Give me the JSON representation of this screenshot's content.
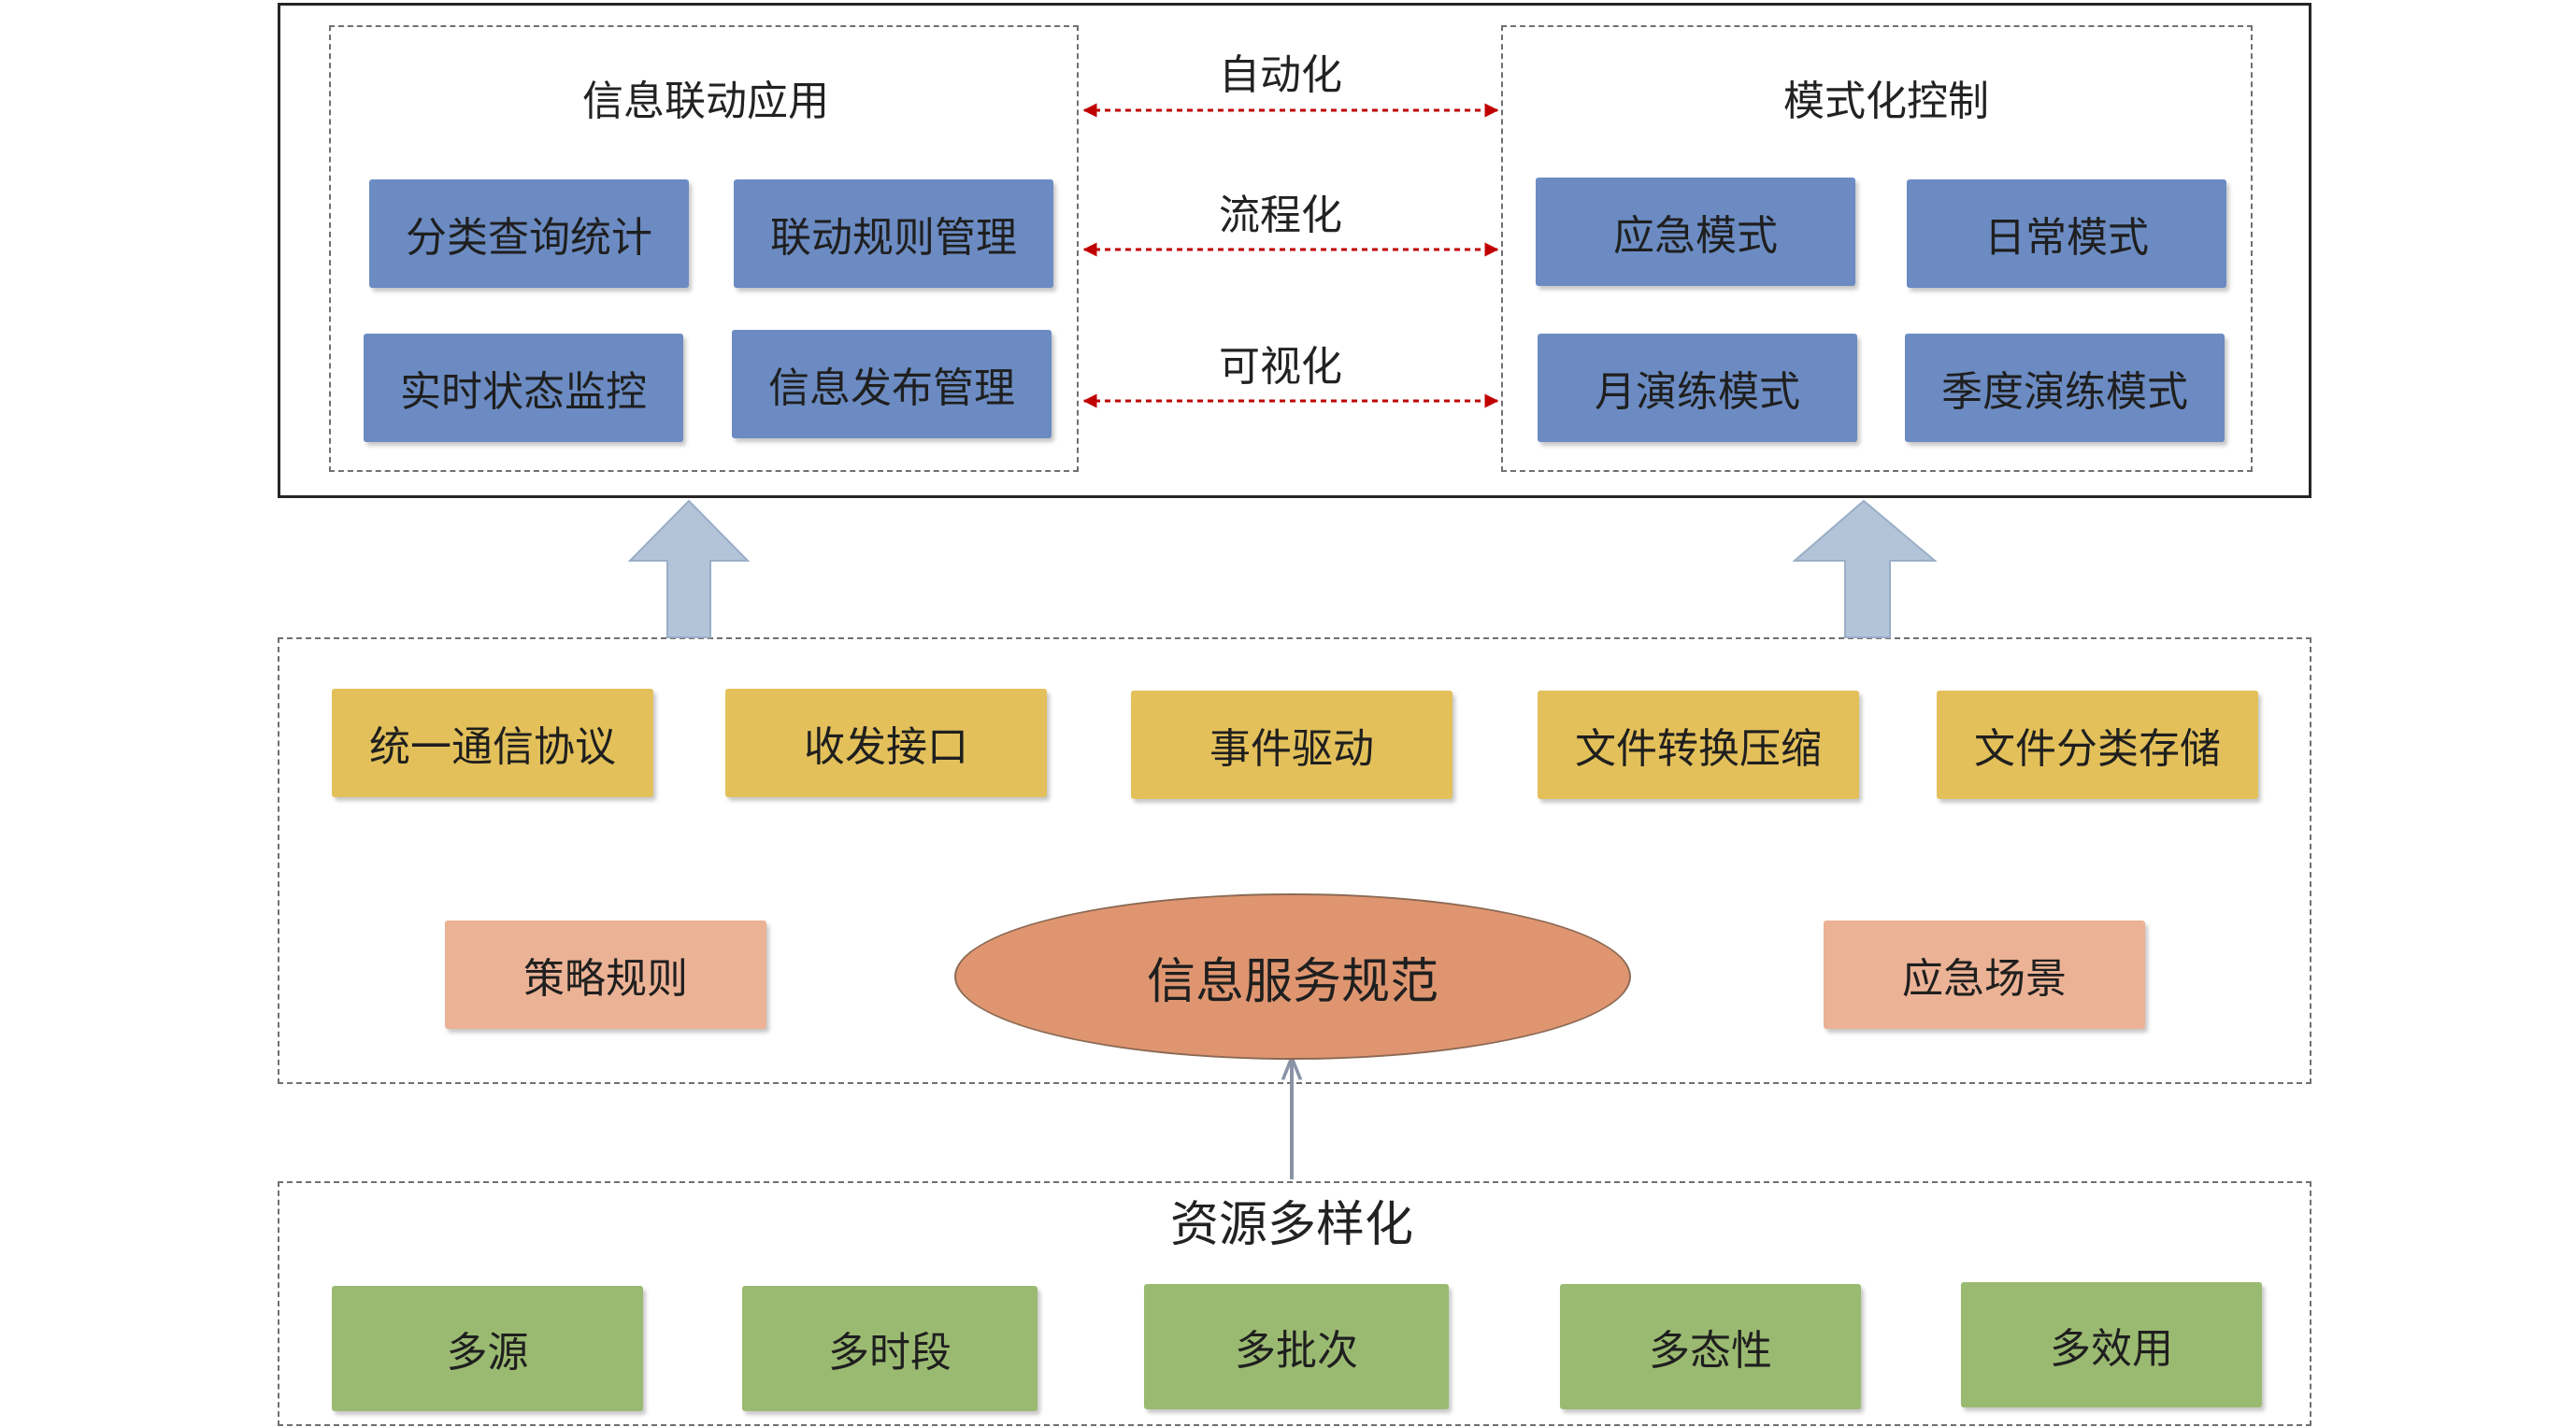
{
  "top": {
    "left_group": {
      "title": "信息联动应用",
      "items": [
        "分类查询统计",
        "联动规则管理",
        "实时状态监控",
        "信息发布管理"
      ]
    },
    "right_group": {
      "title": "模式化控制",
      "items": [
        "应急模式",
        "日常模式",
        "月演练模式",
        "季度演练模式"
      ]
    },
    "connectors": [
      "自动化",
      "流程化",
      "可视化"
    ]
  },
  "middle": {
    "services": [
      "统一通信协议",
      "收发接口",
      "事件驱动",
      "文件转换压缩",
      "文件分类存储"
    ],
    "left_item": "策略规则",
    "center_item": "信息服务规范",
    "right_item": "应急场景"
  },
  "bottom": {
    "title": "资源多样化",
    "items": [
      "多源",
      "多时段",
      "多批次",
      "多态性",
      "多效用"
    ]
  },
  "colors": {
    "blue_box": "#6b8bc2",
    "yellow_box": "#e3c05a",
    "salmon_box": "#ebb295",
    "green_box": "#9bba71",
    "oval": "#df9670",
    "connector_arrow": "#c00000",
    "up_arrow": "#b3c4d9"
  }
}
